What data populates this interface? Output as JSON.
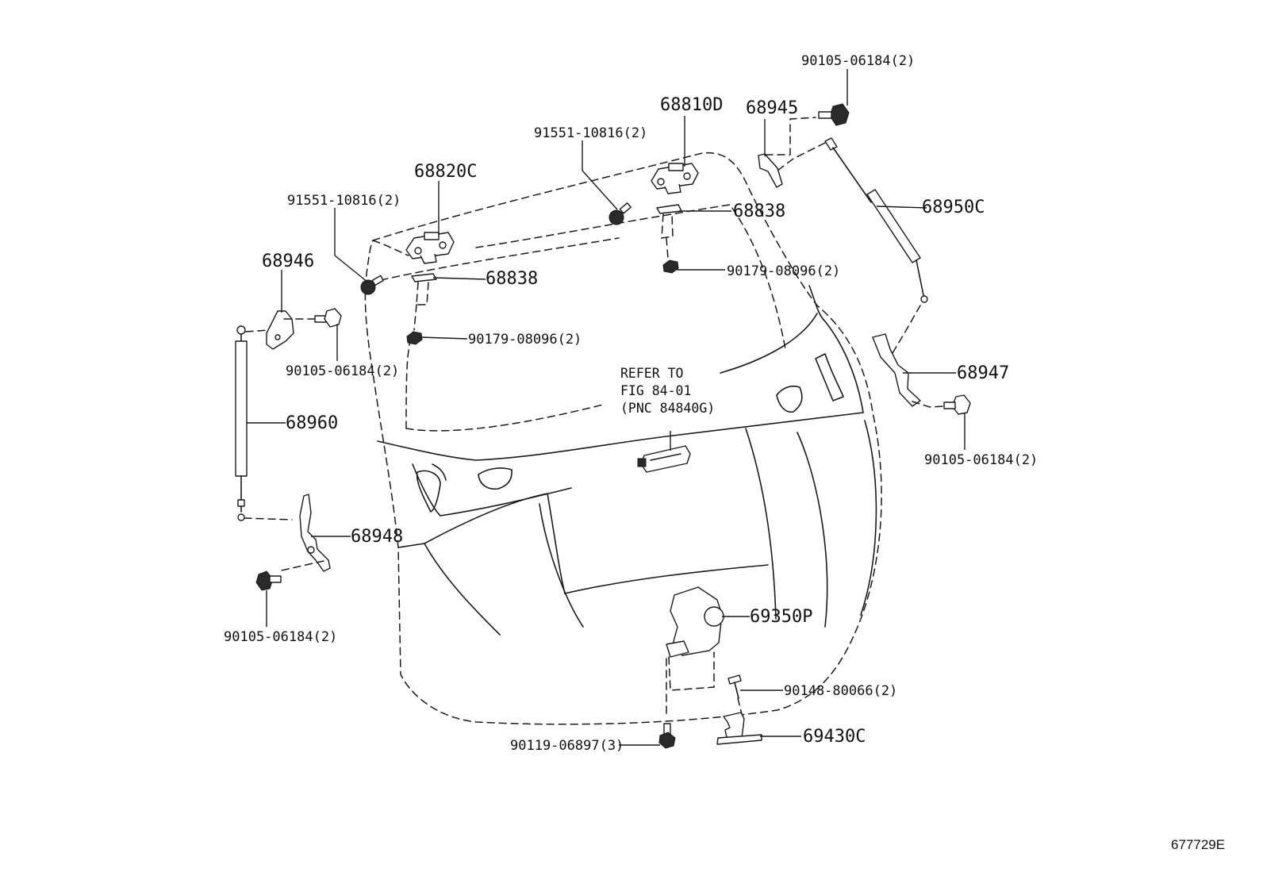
{
  "callouts": {
    "p_90105_06184_top": "90105-06184(2)",
    "p_68810D": "68810D",
    "p_68945": "68945",
    "p_91551_10816_top": "91551-10816(2)",
    "p_68820C": "68820C",
    "p_68950C": "68950C",
    "p_91551_10816_left": "91551-10816(2)",
    "p_68838_right": "68838",
    "p_68946": "68946",
    "p_68838_left": "68838",
    "p_90179_08096_right": "90179-08096(2)",
    "p_90179_08096_left": "90179-08096(2)",
    "p_90105_06184_left": "90105-06184(2)",
    "p_68947": "68947",
    "p_68960": "68960",
    "p_90105_06184_right": "90105-06184(2)",
    "p_68948": "68948",
    "p_69350P": "69350P",
    "p_90105_06184_bottom": "90105-06184(2)",
    "p_90148_80066": "90148-80066(2)",
    "p_69430C": "69430C",
    "p_90119_06897": "90119-06897(3)"
  },
  "reference_note": {
    "line1": "REFER TO",
    "line2": "FIG 84-01",
    "line3": "(PNC 84840G)"
  },
  "illustration_code": "677729E"
}
